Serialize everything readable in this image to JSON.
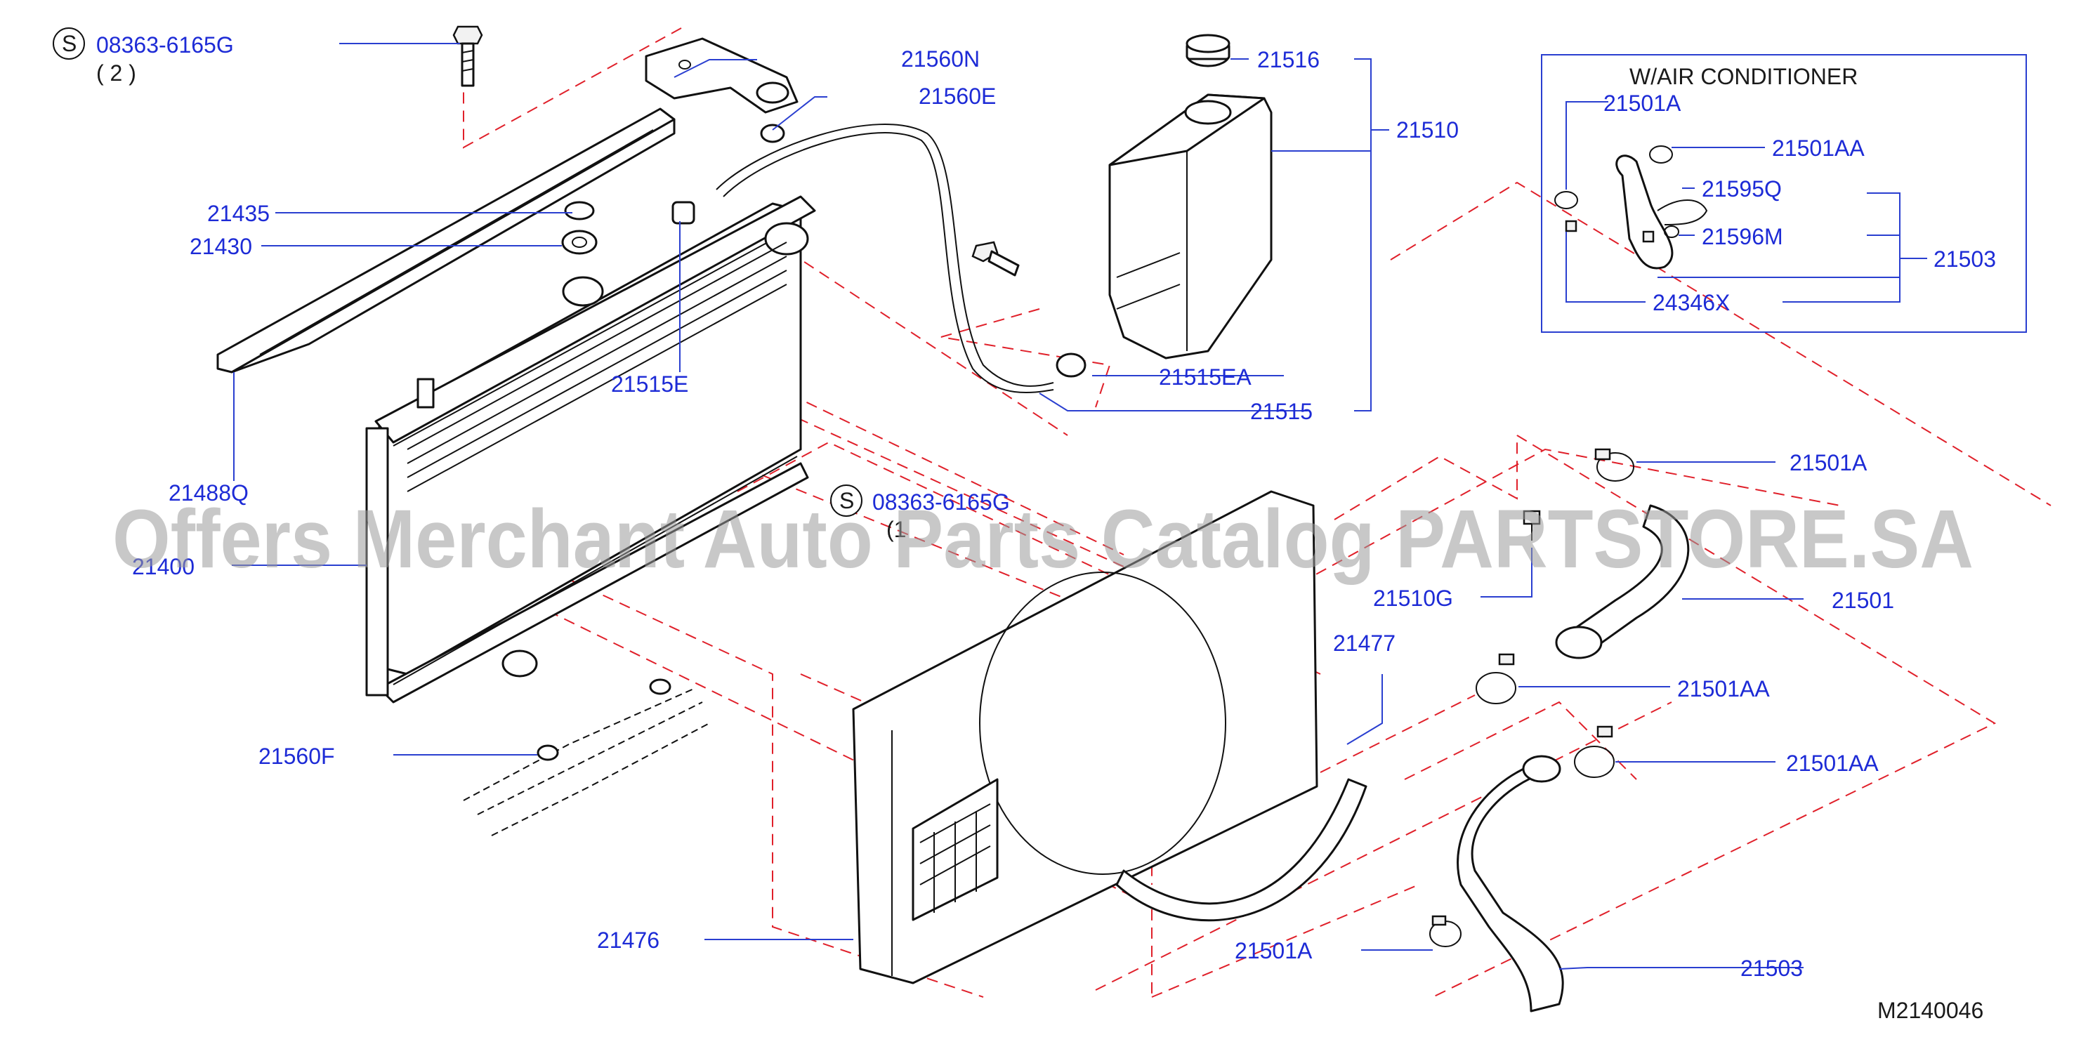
{
  "diagram": {
    "code": "M2140046",
    "watermark": "Offers Merchant Auto Parts Catalog PARTSTORE.SA",
    "inset_title": "W/AIR   CONDITIONER",
    "symbol": "S",
    "bolt_top": {
      "part": "08363-6165G",
      "qty": "( 2 )"
    },
    "bolt_mid": {
      "part": "08363-6165G",
      "qty": "(1"
    },
    "labels": {
      "p21560N": "21560N",
      "p21560E": "21560E",
      "p21516": "21516",
      "p21510": "21510",
      "p21435": "21435",
      "p21430": "21430",
      "p21515E": "21515E",
      "p21515EA": "21515EA",
      "p21515": "21515",
      "p21488Q": "21488Q",
      "p21400": "21400",
      "p21560F": "21560F",
      "p21476": "21476",
      "p21477": "21477",
      "p21510G": "21510G",
      "p21501A_r1": "21501A",
      "p21501": "21501",
      "p21501AA_r1": "21501AA",
      "p21501AA_r2": "21501AA",
      "p21501A_bot": "21501A",
      "p21503_bot": "21503",
      "inset_21501A": "21501A",
      "inset_21501AA": "21501AA",
      "inset_21595Q": "21595Q",
      "inset_21596M": "21596M",
      "inset_21503": "21503",
      "inset_24346X": "24346X"
    }
  }
}
